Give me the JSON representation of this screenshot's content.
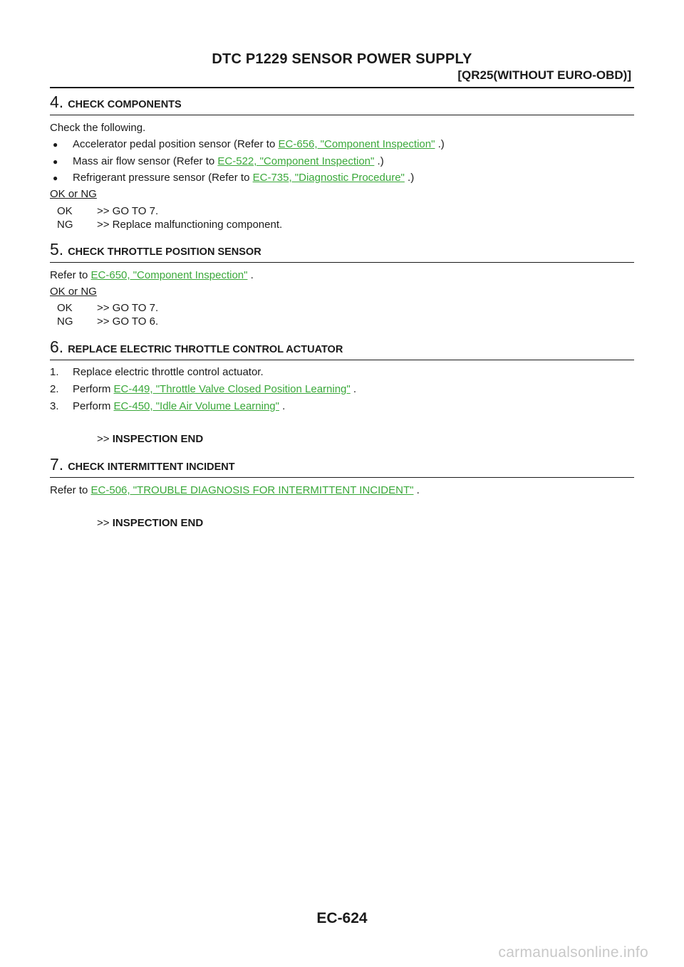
{
  "header": {
    "title": "DTC P1229 SENSOR POWER SUPPLY",
    "subtitle": "[QR25(WITHOUT EURO-OBD)]"
  },
  "step4": {
    "num": "4.",
    "title": "CHECK COMPONENTS",
    "intro": "Check the following.",
    "bullets": [
      {
        "pre": "Accelerator pedal position sensor (Refer to ",
        "link": "EC-656, \"Component Inspection\"",
        "post": " .)"
      },
      {
        "pre": "Mass air flow sensor (Refer to ",
        "link": "EC-522, \"Component Inspection\"",
        "post": " .)"
      },
      {
        "pre": "Refrigerant pressure sensor (Refer to ",
        "link": "EC-735, \"Diagnostic Procedure\"",
        "post": " .)"
      }
    ],
    "bullet_glyph": "●",
    "okng": "OK or NG",
    "results": [
      {
        "k": "OK",
        "v": ">> GO TO 7."
      },
      {
        "k": "NG",
        "v": ">> Replace malfunctioning component."
      }
    ]
  },
  "step5": {
    "num": "5.",
    "title": "CHECK THROTTLE POSITION SENSOR",
    "pre": "Refer to ",
    "link": "EC-650, \"Component Inspection\"",
    "post": " .",
    "okng": "OK or NG",
    "results": [
      {
        "k": "OK",
        "v": ">> GO TO 7."
      },
      {
        "k": "NG",
        "v": ">> GO TO 6."
      }
    ]
  },
  "step6": {
    "num": "6.",
    "title": "REPLACE ELECTRIC THROTTLE CONTROL ACTUATOR",
    "items": [
      {
        "n": "1.",
        "pre": "Replace electric throttle control actuator.",
        "link": "",
        "post": ""
      },
      {
        "n": "2.",
        "pre": "Perform ",
        "link": "EC-449, \"Throttle Valve Closed Position Learning\"",
        "post": " ."
      },
      {
        "n": "3.",
        "pre": "Perform ",
        "link": "EC-450, \"Idle Air Volume Learning\"",
        "post": " ."
      }
    ],
    "end_prefix": ">>",
    "end_text": "INSPECTION END"
  },
  "step7": {
    "num": "7.",
    "title": "CHECK INTERMITTENT INCIDENT",
    "pre": "Refer to ",
    "link": "EC-506, \"TROUBLE DIAGNOSIS FOR INTERMITTENT INCIDENT\"",
    "post": " .",
    "end_prefix": ">>",
    "end_text": "INSPECTION END"
  },
  "footer": {
    "page": "EC-624",
    "watermark": "carmanualsonline.info"
  },
  "colors": {
    "link": "#3aa83a",
    "text": "#1a1a1a",
    "watermark": "#c8c8c8"
  }
}
